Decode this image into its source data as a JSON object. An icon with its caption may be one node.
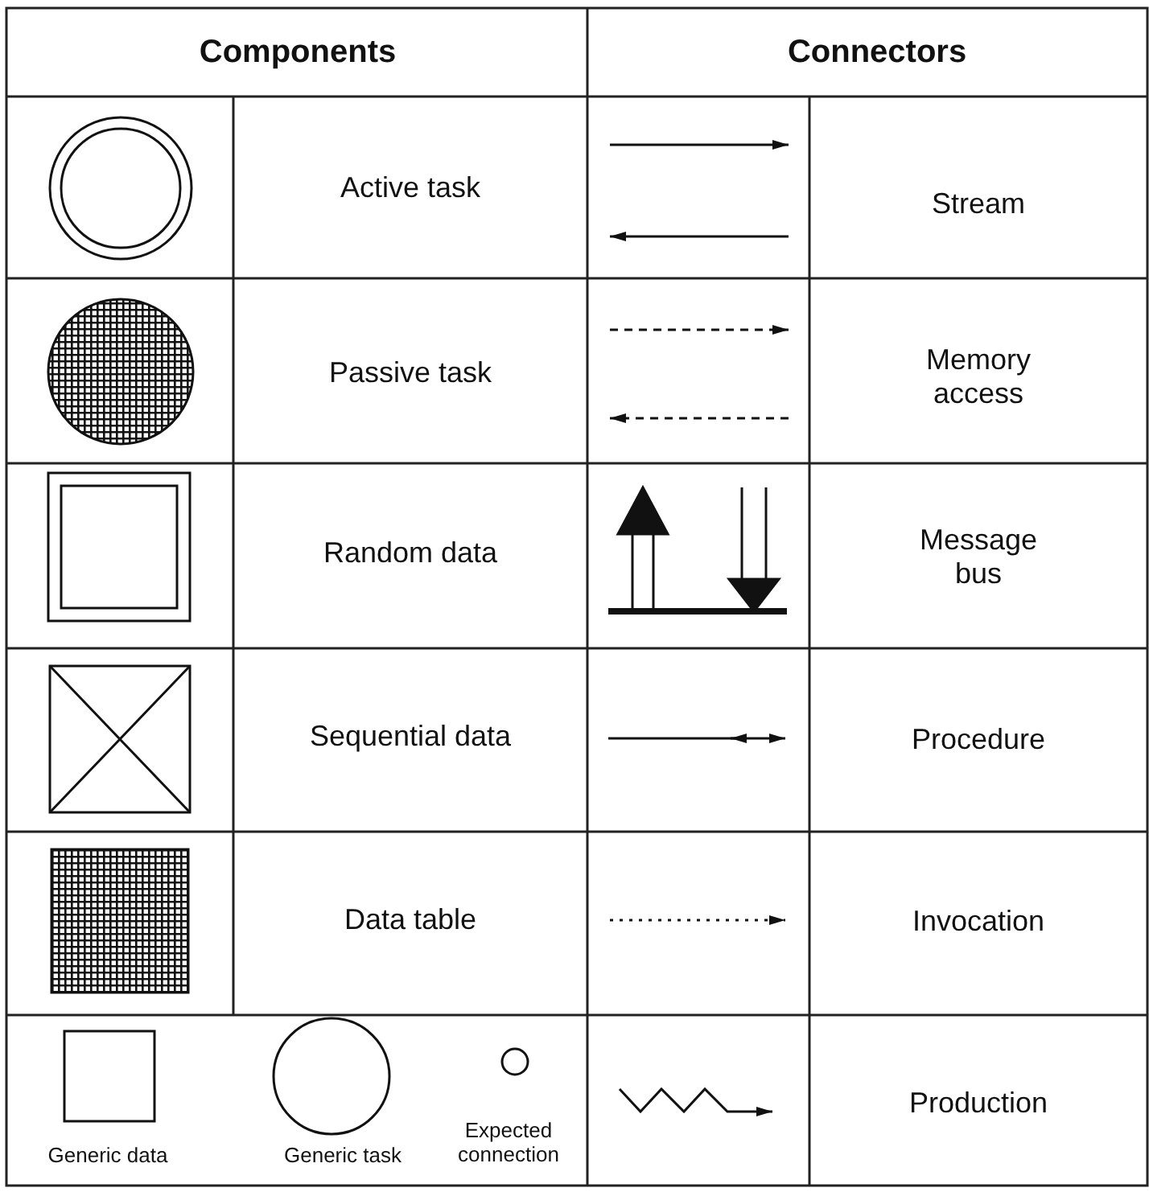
{
  "diagram": {
    "labels": [
      "Components",
      "Connectors",
      "Active task",
      "Stream",
      "Passive task",
      "Memory access",
      "Random data",
      "Message bus",
      "Sequential data",
      "Procedure",
      "Data table",
      "Invocation",
      "Generic data",
      "Generic task",
      "Expected connection",
      "Production"
    ]
  }
}
